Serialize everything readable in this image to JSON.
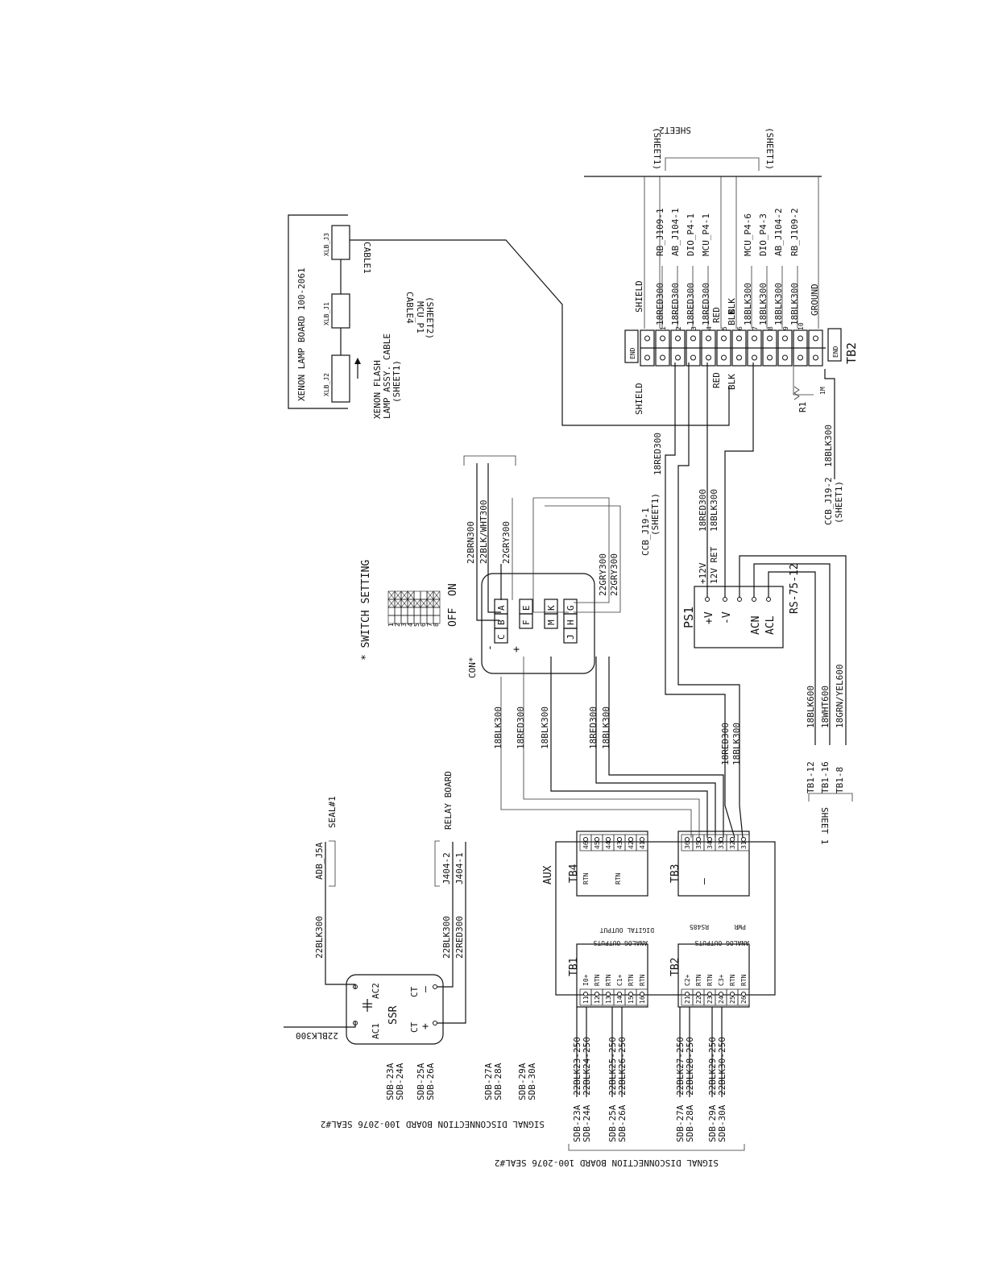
{
  "title_blocks": {
    "signal_disconnection_left": "SIGNAL DISCONNECTION BOARD 100-2076 SEAL#2",
    "signal_disconnection_bottom": "SIGNAL DISCONNECTION BOARD 100-2076 SEAL#2",
    "sheet2": "SHEET2",
    "sheet1_left": "(SHEET1)",
    "sheet1_right": "(SHEET1)",
    "sheet1_tb1": "SHEET 1",
    "seal1": "SEAL#1",
    "relay_board": "RELAY BOARD"
  },
  "xenon_board": {
    "title": "XENON LAMP BOARD 100-2061",
    "j3": "XLB_J3",
    "j1": "XLB_J1",
    "j2": "XLB_J2",
    "cable1": "CABLE1",
    "cable4": "CABLE4",
    "mcu_p1": "MCU_P1",
    "mcu_p1_sheet": "(SHEET2)",
    "flash_label": "XENON FLASH",
    "flash_label2": "LAMP ASSY. CABLE",
    "flash_sheet": "(SHEET1)"
  },
  "tb2_top": {
    "name": "TB2",
    "end_left": "END",
    "end_right": "END",
    "shield_top": "SHIELD",
    "shield_bottom": "SHIELD",
    "ground": "GROUND",
    "red": "RED",
    "blk": "BLK",
    "red2": "RED",
    "blk2": "BLK",
    "r1": "R1",
    "r1_val": "1M",
    "wires": [
      "18RED300",
      "18RED300",
      "18RED300",
      "18RED300",
      "BLK",
      "18BLK300",
      "18BLK300",
      "18BLK300",
      "18BLK300"
    ],
    "dests": [
      "RB_J109-1",
      "AB_J104-1",
      "DIO_P4-1",
      "MCU_P4-1",
      "MCU_P4-6",
      "DIO_P4-3",
      "AB_J104-2",
      "RB_J109-2"
    ],
    "pins": [
      "1",
      "2",
      "3",
      "4",
      "5",
      "6",
      "7",
      "8",
      "9",
      "10"
    ]
  },
  "ccb": {
    "j19_1": "CCB_J19-1",
    "j19_1_sheet": "(SHEET1)",
    "j19_1_wire": "18RED300",
    "j19_2": "CCB_J19-2",
    "j19_2_sheet": "(SHEET1)",
    "j19_2_wire": "18BLK300"
  },
  "ps1": {
    "name": "PS1",
    "model": "RS-75-12",
    "pv": "+V",
    "mv": "-V",
    "acn": "ACN",
    "acl": "ACL",
    "gnd": "⏚",
    "w12v": "+12V",
    "w12ret": "12V RET",
    "wa": "18RED300",
    "wb": "18BLK300"
  },
  "mains": {
    "w1": "18BLK600",
    "w2": "18WHT600",
    "w3": "18GRN/YEL600",
    "d1": "TB1-12",
    "d2": "TB1-16",
    "d3": "TB1-8"
  },
  "con": {
    "name": "CON*",
    "pins_row1": [
      "C",
      "B",
      "A"
    ],
    "pins_row2": [
      "F",
      "E"
    ],
    "pins_row3": [
      "M",
      "K"
    ],
    "pins_row4": [
      "J",
      "H",
      "G"
    ],
    "minus": "-",
    "plus": "+",
    "w_brn": "22BRN300",
    "w_blkwht": "22BLK/WHT300",
    "w_gry1": "22GRY300",
    "w_gry2": "22GRY300",
    "w_gry3": "22GRY300",
    "down_wires": [
      "18BLK300",
      "18RED300",
      "18BLK300",
      "18RED300",
      "18BLK300"
    ],
    "ps_wires": [
      "18RED300",
      "18BLK300"
    ]
  },
  "switch": {
    "title": "* SWITCH SETTING",
    "off": "OFF",
    "on": "ON",
    "nums": [
      "1",
      "2",
      "3",
      "4",
      "5",
      "6",
      "7",
      "8"
    ]
  },
  "aux": {
    "name": "AUX",
    "tb4": "TB4",
    "tb4_rtn1": "RTN",
    "tb4_rtn2": "RTN",
    "tb4_pins": [
      "46",
      "45",
      "44",
      "43",
      "42",
      "41"
    ],
    "tb4_caption": "DIGITAL OUTPUT",
    "tb3": "TB3",
    "tb3_minus": "–",
    "tb3_pins": [
      "36",
      "35",
      "34",
      "33",
      "32",
      "31"
    ],
    "tb3_cap1": "RS485",
    "tb3_cap2": "PWR",
    "tb1": "TB1",
    "tb1_labels": [
      "I0+",
      "RTN",
      "RTN",
      "C1+",
      "RTN",
      "RTN"
    ],
    "tb1_pins": [
      "11",
      "12",
      "13",
      "14",
      "15",
      "16"
    ],
    "tb1_caption": "ANALOG OUTPUTS",
    "tb2": "TB2",
    "tb2_labels": [
      "C2+",
      "RTN",
      "RTN",
      "C3+",
      "RTN",
      "RTN"
    ],
    "tb2_pins": [
      "21",
      "22",
      "23",
      "24",
      "25",
      "26"
    ],
    "tb2_caption": "ANALOG OUTPUTS"
  },
  "ssr": {
    "name": "SSR",
    "ac1": "AC1",
    "ac2": "AC2",
    "ct1": "CT",
    "ct2": "CT",
    "minus": "–",
    "plus": "+",
    "w_in": "22BLK300",
    "w_adb": "22BLK300",
    "adb": "ADB_J5A",
    "w_j2": "22BLK300",
    "w_j1": "22RED300",
    "j4042": "J404-2",
    "j4041": "J404-1"
  },
  "sdb_left": [
    "SDB-23A",
    "SDB-24A",
    "SDB-25A",
    "SDB-26A",
    "SDB-27A",
    "SDB-28A",
    "SDB-29A",
    "SDB-30A"
  ],
  "sdb_bottom": [
    "SDB-23A",
    "SDB-24A",
    "SDB-25A",
    "SDB-26A",
    "SDB-27A",
    "SDB-28A",
    "SDB-29A",
    "SDB-30A"
  ],
  "sdb_wires": [
    "22BLK23-250",
    "22BLK24-250",
    "22BLK25-250",
    "22BLK26-250",
    "22BLK27-250",
    "22BLK28-250",
    "22BLK29-250",
    "22BLK30-250"
  ]
}
